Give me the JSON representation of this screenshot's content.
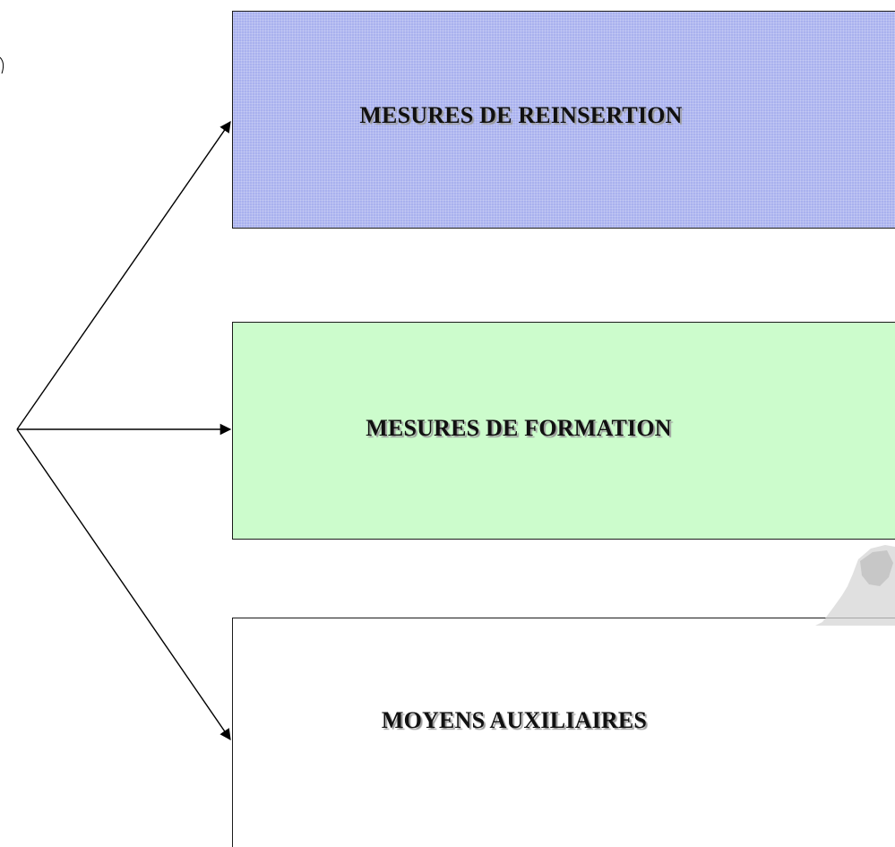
{
  "diagram": {
    "boxes": [
      {
        "id": "reinsertion",
        "label": "MESURES DE REINSERTION",
        "fill": "#a9b1ee"
      },
      {
        "id": "formation",
        "label": "MESURES DE FORMATION",
        "fill": "#ccfccc"
      },
      {
        "id": "auxiliaires",
        "label": "MOYENS AUXILIAIRES",
        "fill": "#ffffff"
      }
    ],
    "arrow_color": "#000000"
  }
}
